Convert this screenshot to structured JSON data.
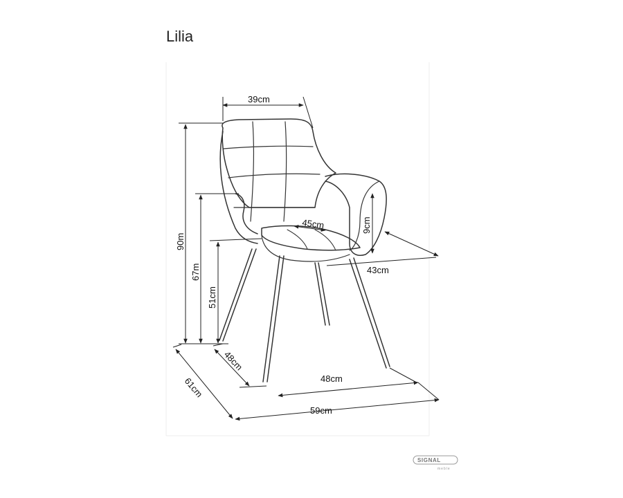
{
  "title": "Lilia",
  "dimensions": {
    "backrest_width": "39cm",
    "total_height": "90m",
    "armrest_height": "67m",
    "seat_height": "51cm",
    "seat_depth": "45cm",
    "armrest_thickness": "9cm",
    "seat_width": "43cm",
    "base_depth": "48cm",
    "base_width": "48cm",
    "total_depth": "61cm",
    "total_width": "59cm"
  },
  "logo": {
    "main": "SIGNAL",
    "sub": "meble"
  },
  "colors": {
    "line": "#222222",
    "chair": "#333333",
    "guide": "#e6e6e6"
  }
}
